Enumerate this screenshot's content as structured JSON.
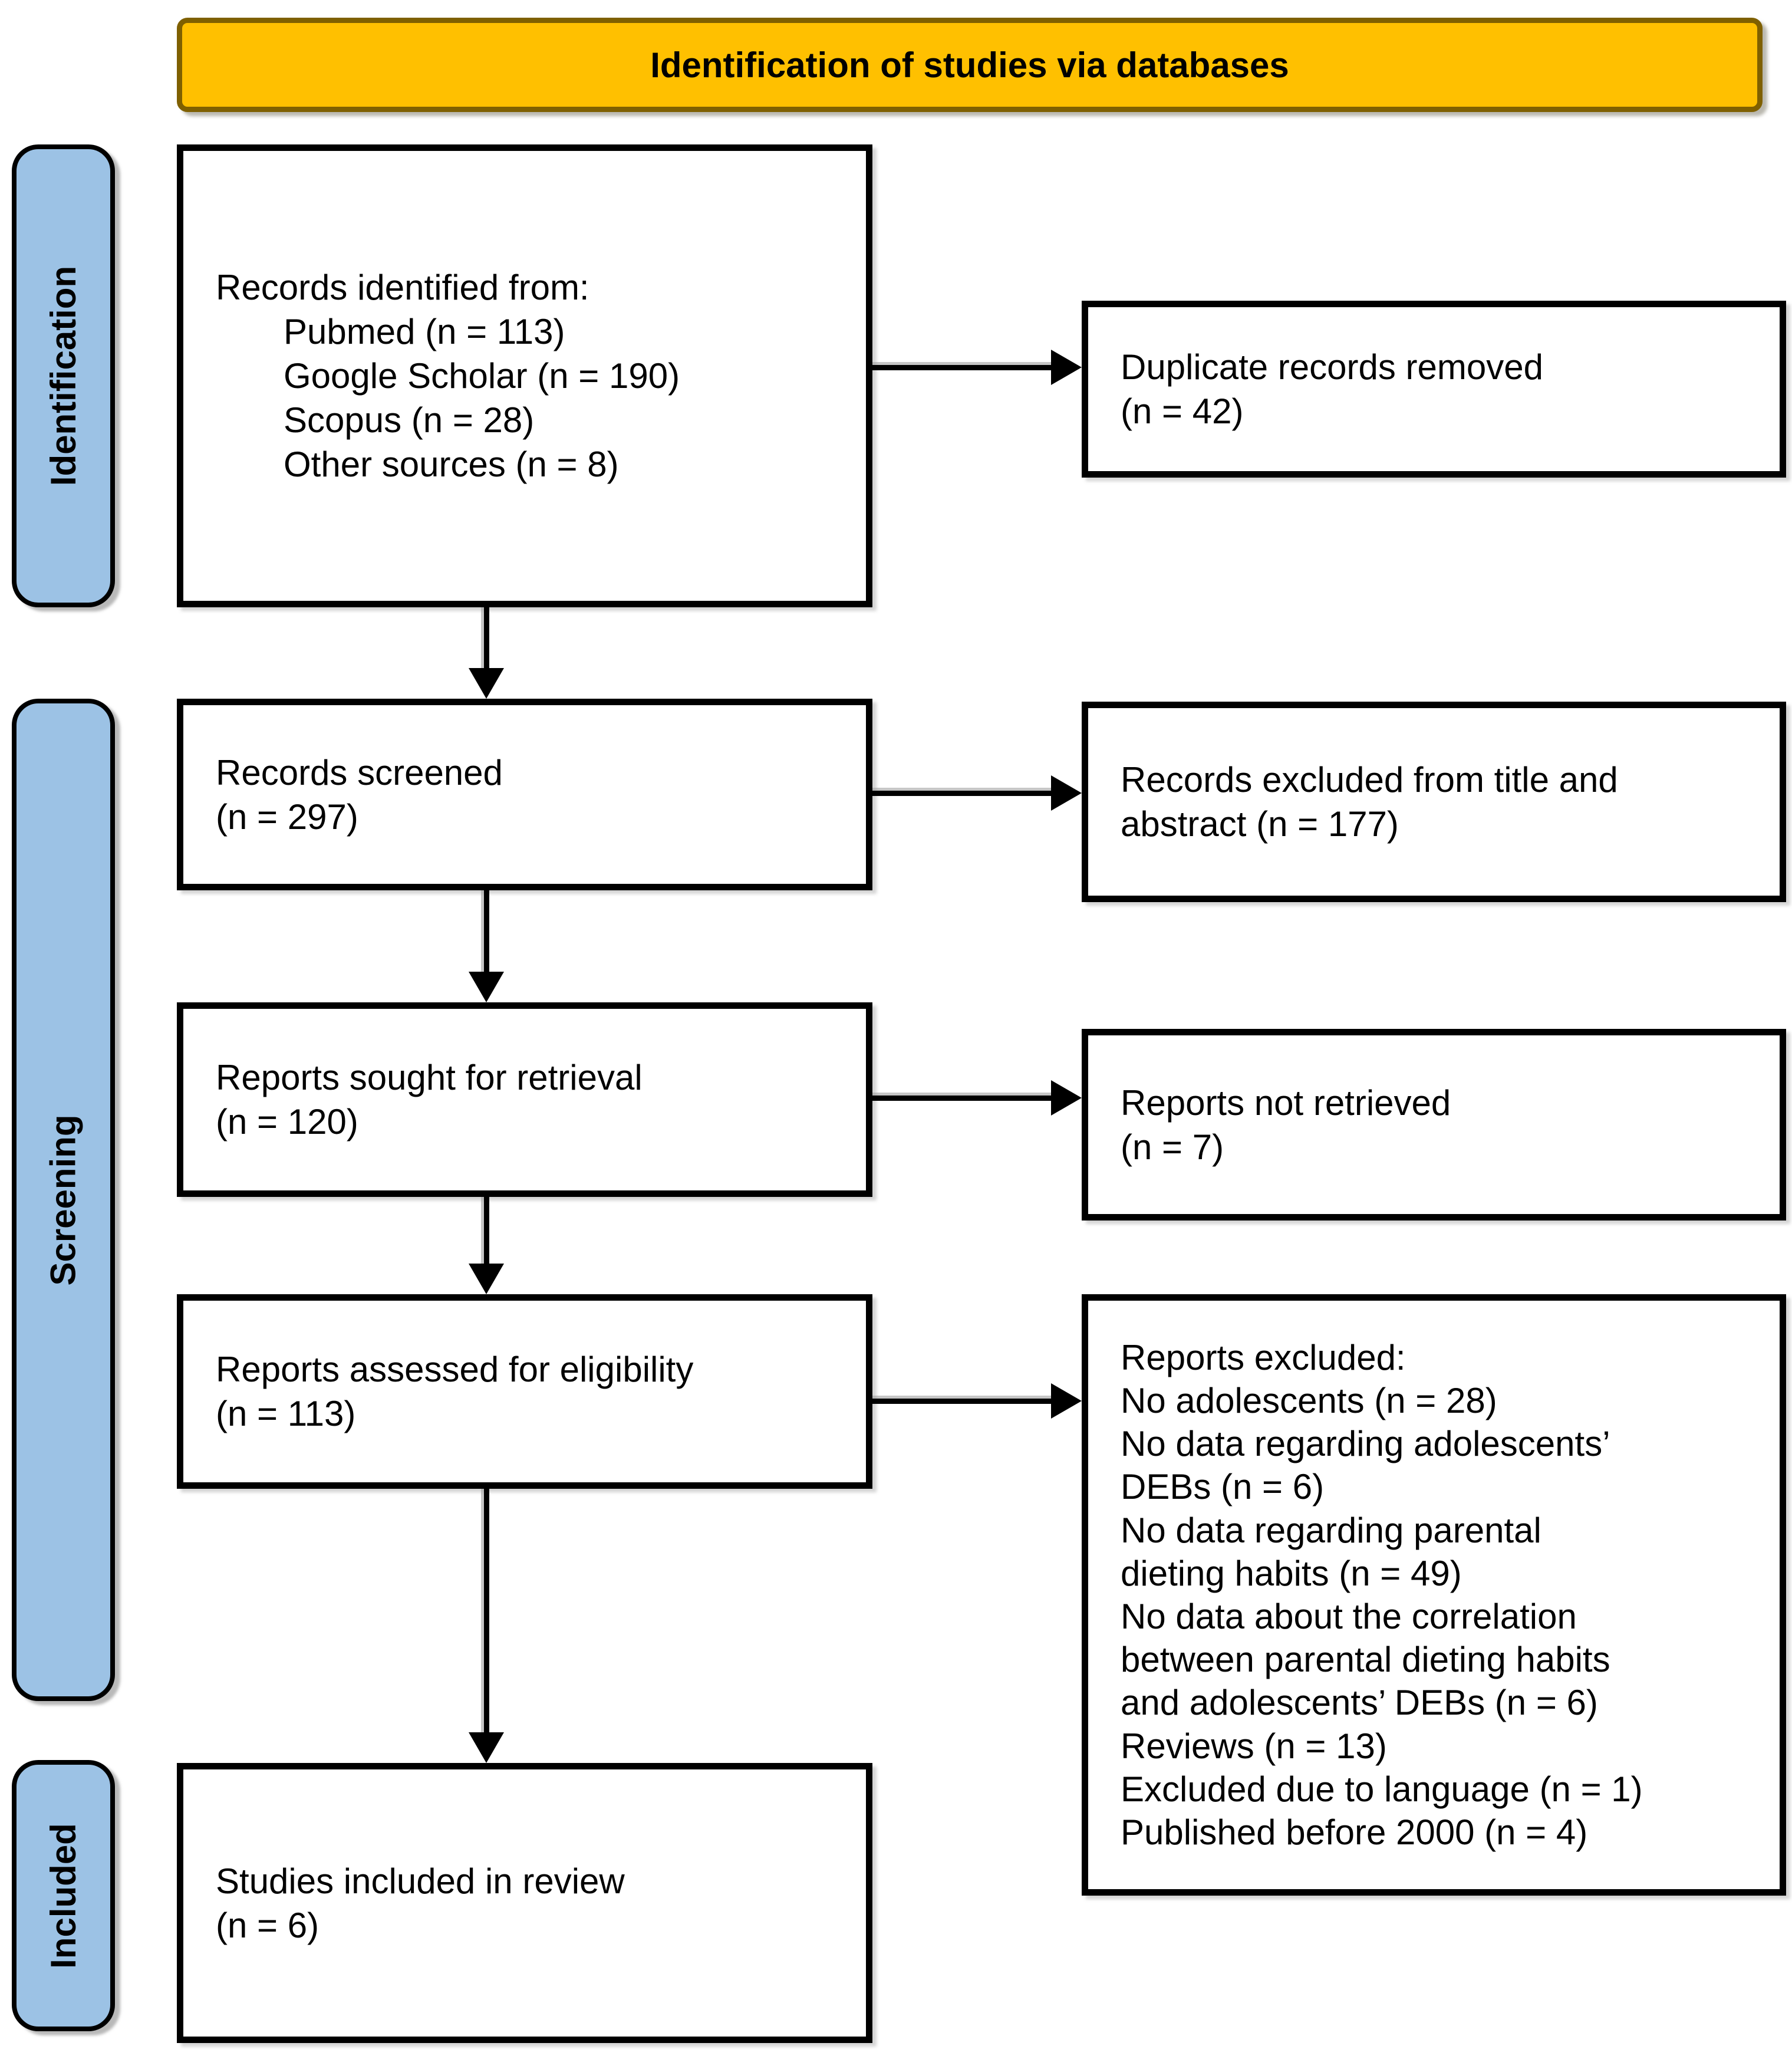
{
  "banner": {
    "title": "Identification of studies via databases"
  },
  "stages": [
    {
      "label": "Identification"
    },
    {
      "label": "Screening"
    },
    {
      "label": "Included"
    }
  ],
  "flow": {
    "records_identified": {
      "heading": "Records identified from:",
      "sources": [
        "Pubmed (n = 113)",
        "Google Scholar (n = 190)",
        "Scopus (n = 28)",
        "Other sources (n = 8)"
      ]
    },
    "records_screened": {
      "text": "Records screened\n(n = 297)"
    },
    "reports_sought": {
      "text": "Reports sought for retrieval\n(n = 120)"
    },
    "reports_assessed": {
      "text": "Reports assessed for eligibility\n(n = 113)"
    },
    "studies_included": {
      "text": "Studies included in review\n(n = 6)"
    }
  },
  "exclusions": {
    "duplicates_removed": {
      "text": "Duplicate records removed\n(n = 42)"
    },
    "excluded_title_abstract": {
      "text": "Records excluded from title and\nabstract (n = 177)"
    },
    "not_retrieved": {
      "text": "Reports not retrieved\n(n = 7)"
    },
    "reports_excluded": {
      "heading": "Reports excluded:",
      "reasons": [
        "No adolescents (n = 28)",
        "No data regarding adolescents’\nDEBs (n = 6)",
        "No data regarding parental\ndieting habits (n = 49)",
        "No data about the correlation\nbetween parental dieting habits\nand adolescents’ DEBs (n = 6)",
        "Reviews (n = 13)",
        "Excluded due to language (n = 1)",
        "Published before 2000 (n = 4)"
      ]
    }
  },
  "colors": {
    "banner_fill": "#FFC000",
    "banner_border": "#7F6000",
    "stage_fill": "#9CC2E5",
    "box_border": "#000000",
    "arrow": "#000000"
  }
}
